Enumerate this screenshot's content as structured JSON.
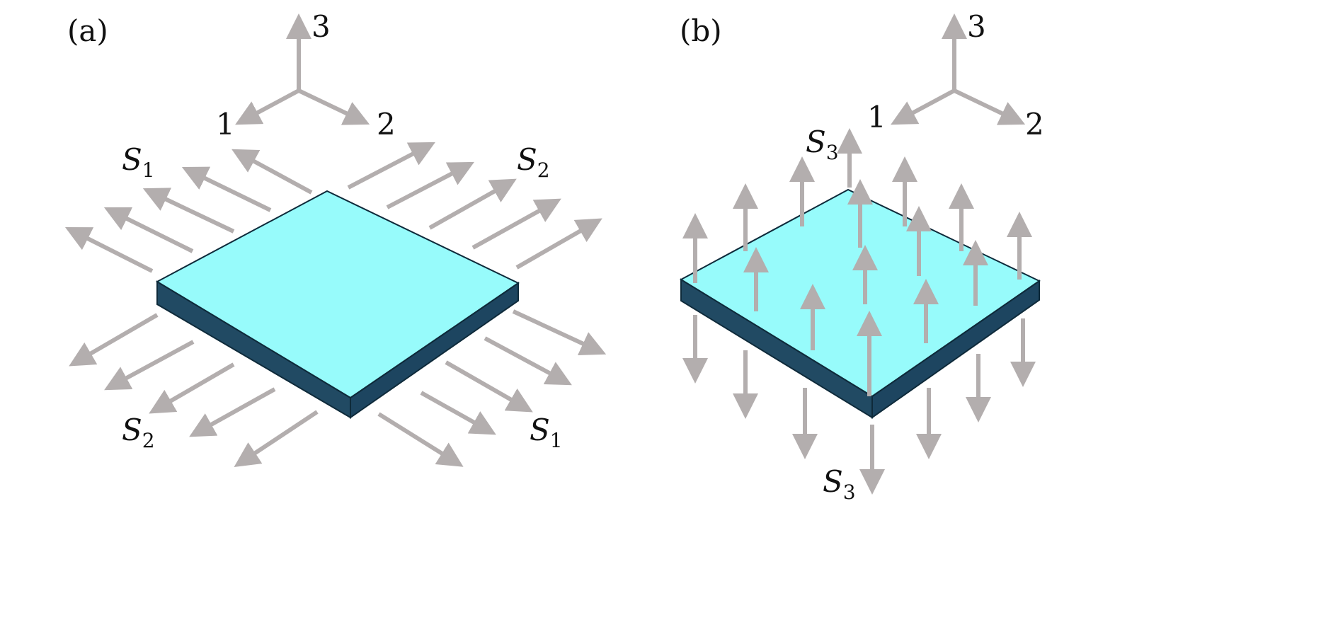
{
  "panels": [
    {
      "label": "(a)",
      "axes": {
        "x1": "1",
        "x2": "2",
        "x3": "3"
      },
      "stress_labels": {
        "s1_upper": {
          "base": "S",
          "sub": "1"
        },
        "s2_upper": {
          "base": "S",
          "sub": "2"
        },
        "s2_lower": {
          "base": "S",
          "sub": "2"
        },
        "s1_lower": {
          "base": "S",
          "sub": "1"
        }
      }
    },
    {
      "label": "(b)",
      "axes": {
        "x1": "1",
        "x2": "2",
        "x3": "3"
      },
      "stress_labels": {
        "s3_upper": {
          "base": "S",
          "sub": "3"
        },
        "s3_lower": {
          "base": "S",
          "sub": "3"
        }
      }
    }
  ],
  "colors": {
    "plate_top": "#97fbfb",
    "plate_side": "#214a63",
    "arrow": "#b3aeae",
    "edge": "#0e2a3a"
  }
}
